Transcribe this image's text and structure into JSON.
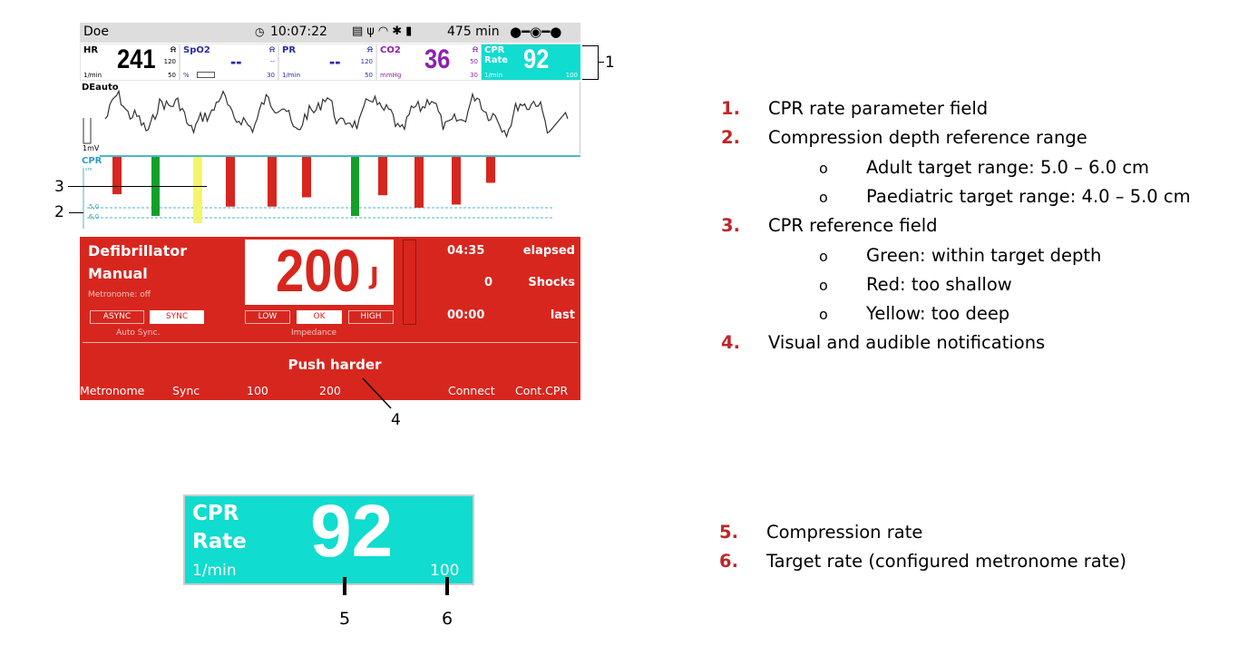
{
  "status_bar": {
    "patient": "Doe",
    "time": "10:07:22",
    "battery_time": "475 min"
  },
  "params": [
    {
      "label": "HR",
      "value": "241",
      "unit": "1/min",
      "high": "120",
      "low": "50",
      "color": "#000000"
    },
    {
      "label": "SpO2",
      "value": "--",
      "unit": "%",
      "high": "--",
      "low": "30",
      "color": "#2a2aa8"
    },
    {
      "label": "PR",
      "value": "--",
      "unit": "1/min",
      "high": "120",
      "low": "50",
      "color": "#2a2aa8"
    },
    {
      "label": "CO2",
      "value": "36",
      "unit": "mmHg",
      "high": "50",
      "low": "30",
      "color": "#8e1fb0"
    },
    {
      "label1": "CPR",
      "label2": "Rate",
      "value": "92",
      "unit": "1/min",
      "target": "100",
      "color": "#10dccf"
    }
  ],
  "ecg": {
    "label": "DEauto",
    "scale": "1mV"
  },
  "cpr_field": {
    "label": "CPR",
    "unit": "cm",
    "ref_lines": [
      "5,0",
      "6,0"
    ],
    "compressions": [
      {
        "depth_cm": 3.6,
        "status": "red"
      },
      {
        "depth_cm": 5.7,
        "status": "green"
      },
      {
        "depth_cm": 6.4,
        "status": "yellow"
      },
      {
        "depth_cm": 4.8,
        "status": "red"
      },
      {
        "depth_cm": 4.8,
        "status": "red"
      },
      {
        "depth_cm": 3.9,
        "status": "red"
      },
      {
        "depth_cm": 5.7,
        "status": "green"
      },
      {
        "depth_cm": 3.7,
        "status": "red"
      },
      {
        "depth_cm": 4.9,
        "status": "red"
      },
      {
        "depth_cm": 4.6,
        "status": "red"
      },
      {
        "depth_cm": 2.5,
        "status": "red"
      }
    ],
    "colors": {
      "red": "#d7261e",
      "green": "#13a02a",
      "yellow": "#f4f56a"
    }
  },
  "defib": {
    "title": "Defibrillator",
    "mode": "Manual",
    "metronome": "Metronome: off",
    "sync_options": [
      "ASYNC",
      "SYNC"
    ],
    "sync_selected": "SYNC",
    "sync_label": "Auto Sync.",
    "energy": "200",
    "energy_unit": "J",
    "impedance_options": [
      "LOW",
      "OK",
      "HIGH"
    ],
    "impedance_selected": "OK",
    "impedance_label": "Impedance",
    "elapsed_value": "04:35",
    "elapsed_label": "elapsed",
    "shocks_value": "0",
    "shocks_label": "Shocks",
    "last_value": "00:00",
    "last_label": "last",
    "prompt": "Push harder",
    "softkeys": [
      "Metronome",
      "Sync",
      "100",
      "200",
      "Connect",
      "Cont.CPR"
    ]
  },
  "callouts": [
    "1",
    "2",
    "3",
    "4",
    "5",
    "6"
  ],
  "legend1": [
    {
      "n": "1.",
      "text": "CPR rate parameter field"
    },
    {
      "n": "2.",
      "text": "Compression depth reference range"
    },
    {
      "b": "o",
      "text": "Adult target range: 5.0 – 6.0 cm"
    },
    {
      "b": "o",
      "text": "Paediatric target range: 4.0 – 5.0 cm"
    },
    {
      "n": "3.",
      "text": "CPR reference field"
    },
    {
      "b": "o",
      "text": "Green: within target depth"
    },
    {
      "b": "o",
      "text": "Red: too shallow"
    },
    {
      "b": "o",
      "text": "Yellow: too deep"
    },
    {
      "n": "4.",
      "text": "Visual and audible notifications"
    }
  ],
  "legend2": [
    {
      "n": "5.",
      "text": "Compression rate"
    },
    {
      "n": "6.",
      "text": "Target rate (configured metronome rate)"
    }
  ]
}
